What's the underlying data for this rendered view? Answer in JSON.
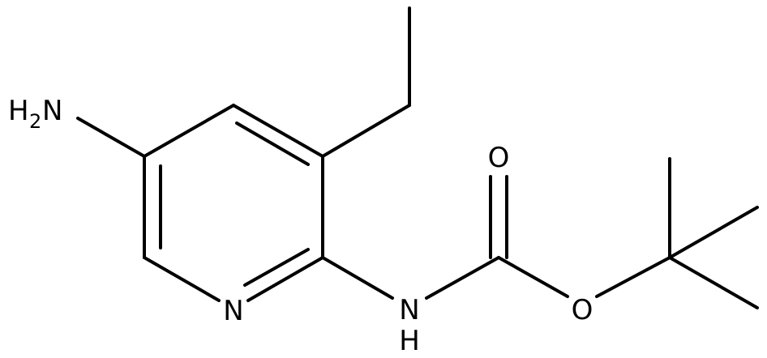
{
  "molecule": {
    "labels": {
      "amine_h": "H",
      "amine_h_sub": "2",
      "amine_n": "N",
      "ring_n": "N",
      "carbamate_n": "N",
      "carbamate_h": "H",
      "carbonyl_o": "O",
      "ester_o": "O"
    }
  }
}
